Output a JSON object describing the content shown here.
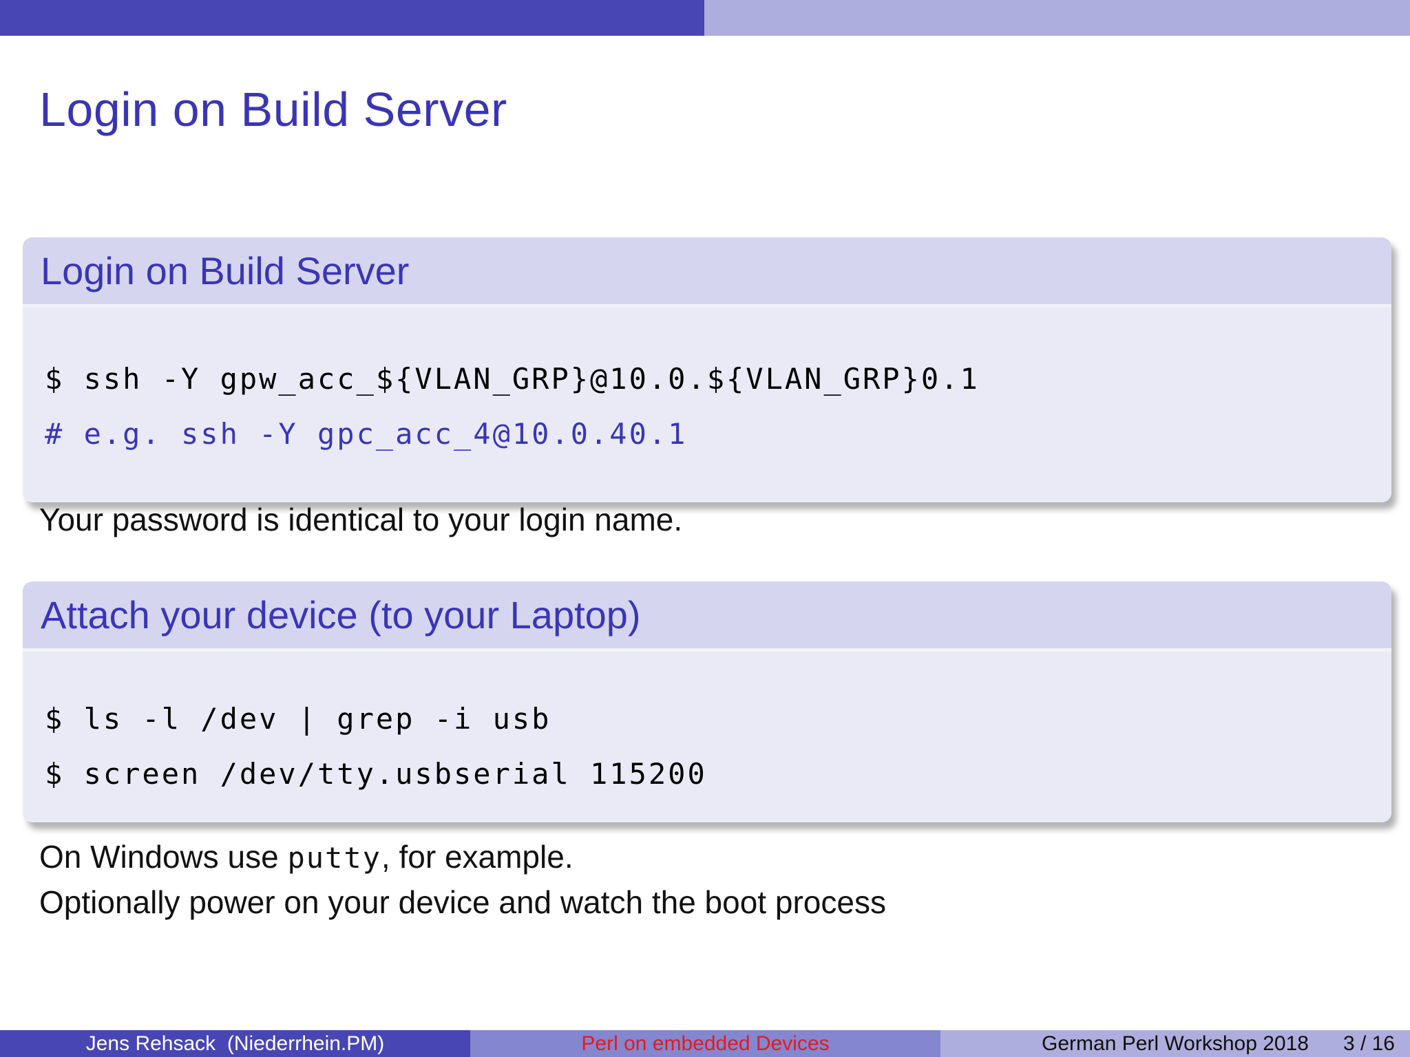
{
  "slide": {
    "frame_title": "Login on Build Server",
    "blocks": [
      {
        "title": "Login on Build Server",
        "code_lines": [
          {
            "text": "$ ssh -Y gpw_acc_${VLAN_GRP}@10.0.${VLAN_GRP}0.1",
            "kind": "command"
          },
          {
            "text": "# e.g. ssh -Y gpc_acc_4@10.0.40.1",
            "kind": "comment"
          }
        ]
      },
      {
        "title": "Attach your device (to your Laptop)",
        "code_lines": [
          {
            "text": "$ ls -l /dev | grep -i usb",
            "kind": "command"
          },
          {
            "text": "$ screen /dev/tty.usbserial 115200",
            "kind": "command"
          }
        ]
      }
    ],
    "notes": {
      "password": "Your password is identical to your login name.",
      "windows_before": "On Windows use ",
      "windows_code": "putty",
      "windows_after": ", for example.",
      "optional": "Optionally power on your device and watch the boot process"
    }
  },
  "footer": {
    "author": "Jens Rehsack  (Niederrhein.PM)",
    "deck_title": "Perl on embedded Devices",
    "event": "German Perl Workshop 2018",
    "page": "3 / 16"
  },
  "colors": {
    "structure_blue": "#3a35b5",
    "bar_dark": "#4845b4",
    "bar_mid": "#8486cf",
    "bar_light": "#aeaede",
    "block_header_bg": "#d5d5ef",
    "block_body_bg": "#eaeaf7",
    "code_comment_blue": "#3a35b5",
    "footer_title_red": "#e21b22"
  }
}
